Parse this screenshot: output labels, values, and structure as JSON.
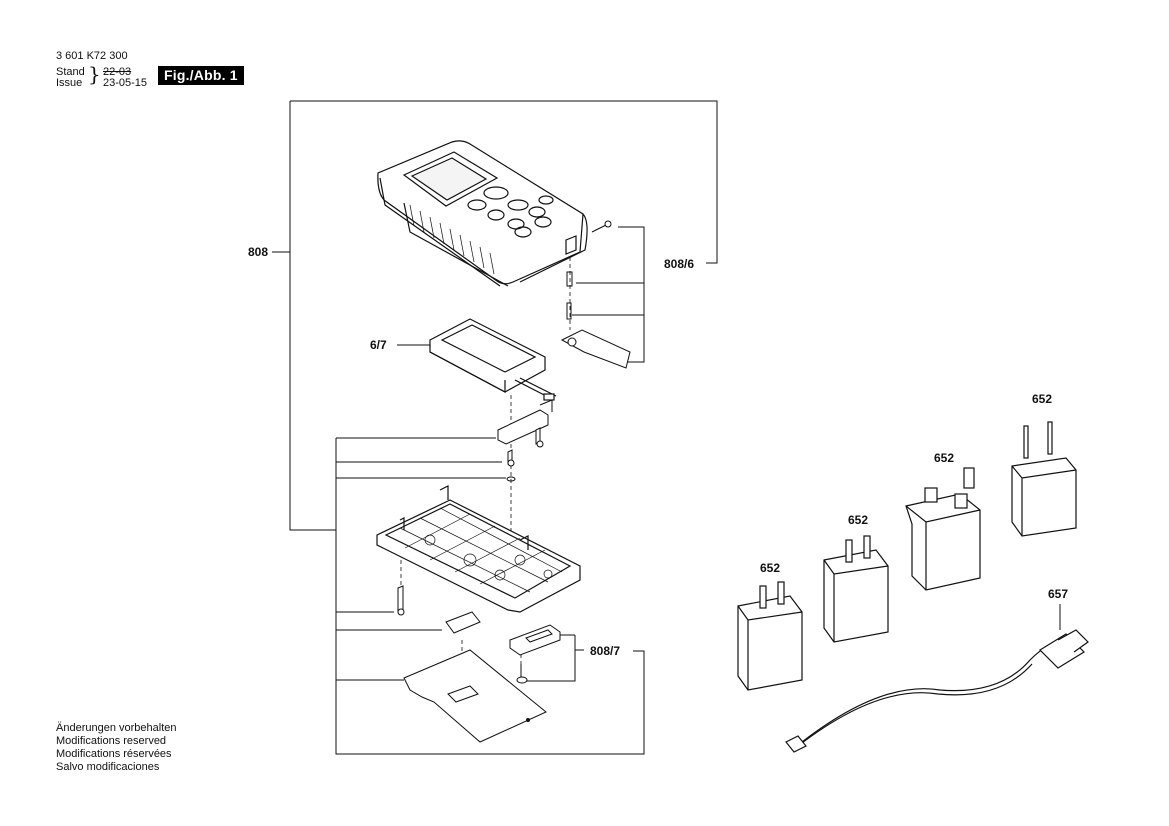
{
  "header": {
    "part_number": "3 601 K72 300",
    "stand_label": "Stand",
    "issue_label": "Issue",
    "stand_value": "22-03",
    "issue_value": "23-05-15",
    "figure_label": "Fig./Abb. 1"
  },
  "labels": {
    "l808": "808",
    "l808_6": "808/6",
    "l6_7": "6/7",
    "l808_7": "808/7",
    "l652a": "652",
    "l652b": "652",
    "l652c": "652",
    "l652d": "652",
    "l657": "657"
  },
  "footer": {
    "line1": "Änderungen vorbehalten",
    "line2": "Modifications reserved",
    "line3": "Modifications réservées",
    "line4": "Salvo modificaciones"
  }
}
